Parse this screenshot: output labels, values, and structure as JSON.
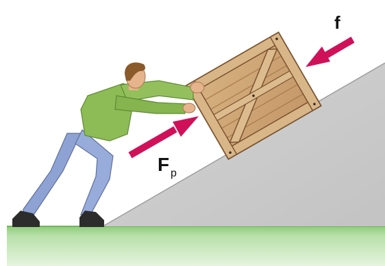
{
  "diagram": {
    "labels": {
      "friction": "f",
      "push_main": "F",
      "push_sub": "p"
    },
    "colors": {
      "ground": "#7fc06a",
      "ground_light": "#cfe9c4",
      "ramp": "#c8c8c8",
      "ramp_edge": "#a9a9a9",
      "arrow": "#d0115a",
      "crate": "#c9a273",
      "crate_dark": "#8a6237",
      "shirt": "#8dbb55",
      "pants": "#92a6d6",
      "hair": "#8a5a2b",
      "skin": "#e6b48c",
      "shoes": "#2e2e2e"
    }
  }
}
